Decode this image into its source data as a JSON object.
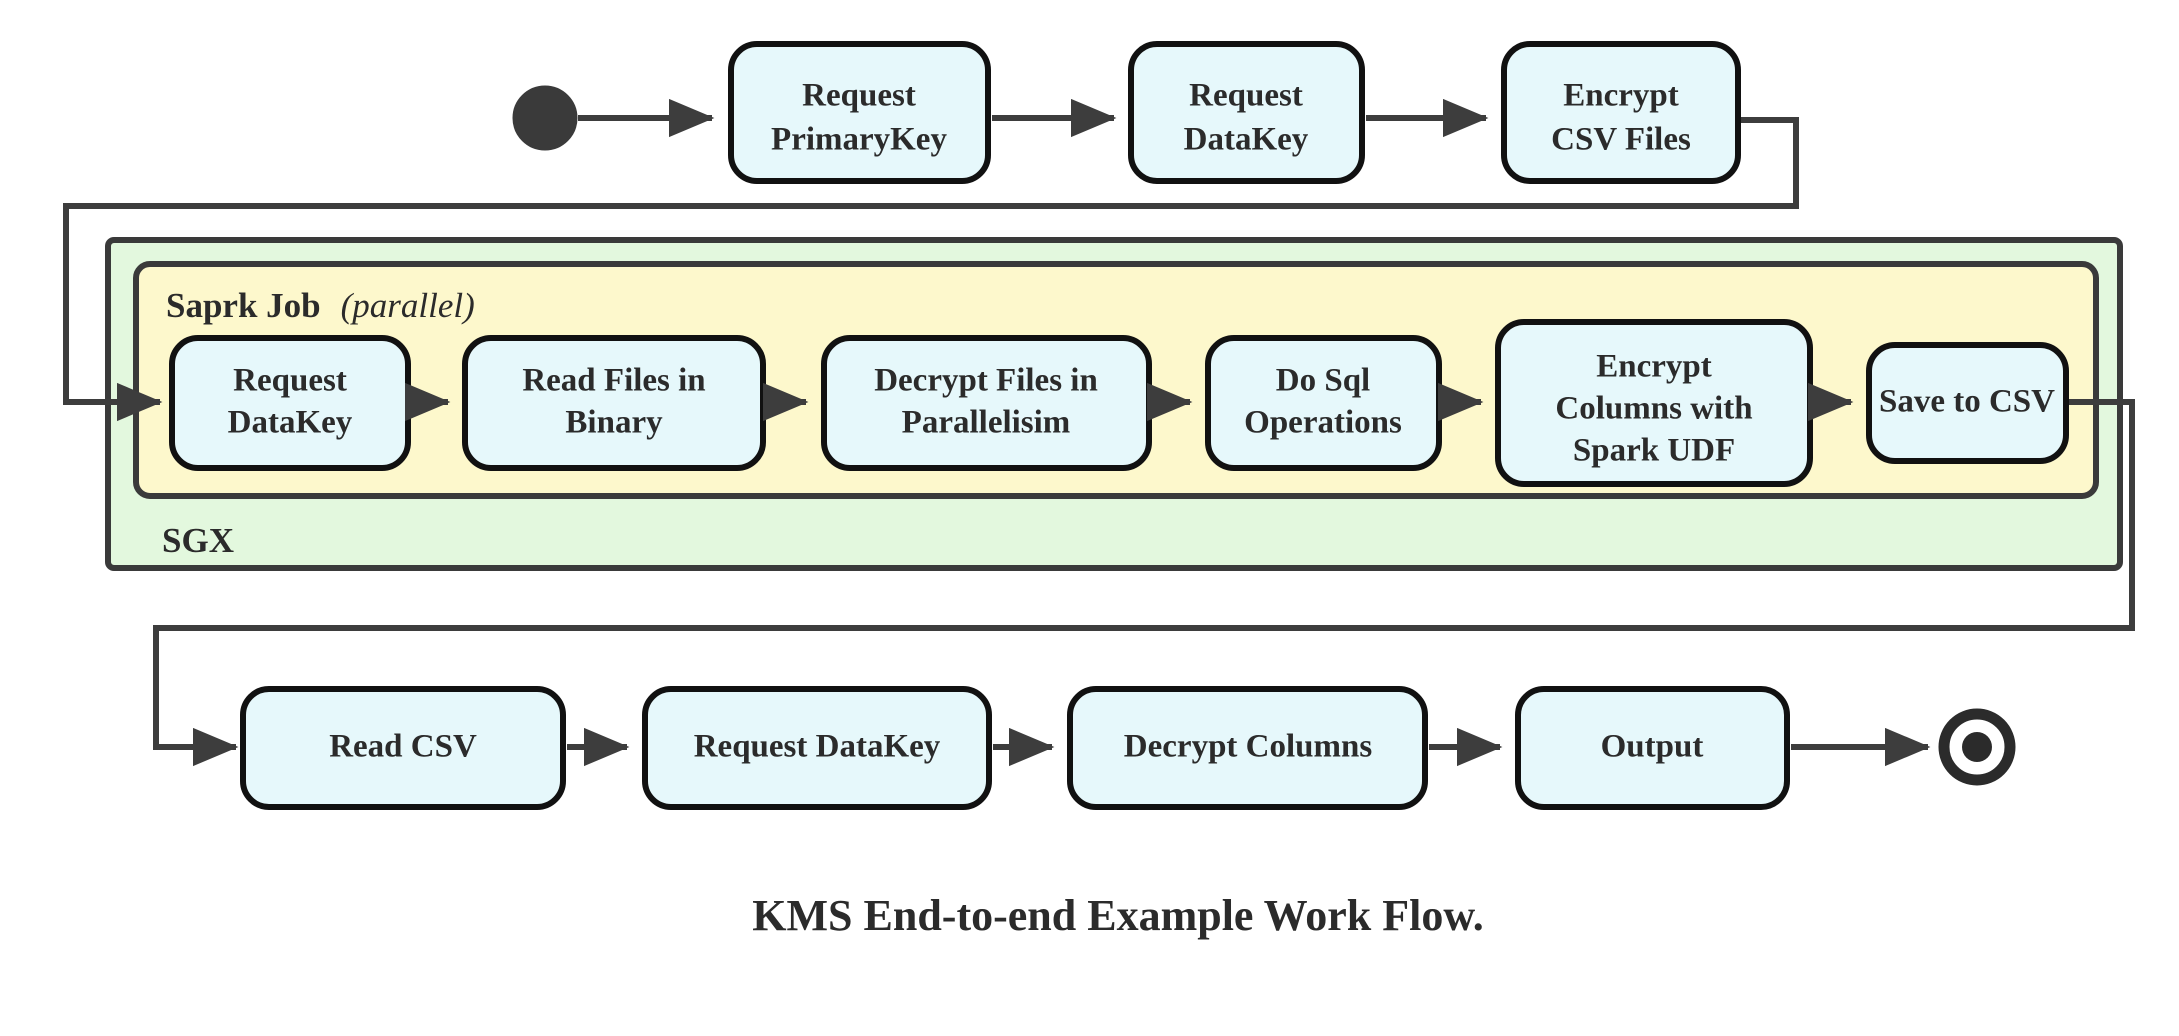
{
  "diagram": {
    "caption": "KMS End-to-end Example Work Flow.",
    "colors": {
      "node_fill": "#e6f8fb",
      "node_stroke": "#111111",
      "sgx_fill": "#e3f8de",
      "spark_fill": "#fdf8cc",
      "container_stroke": "#3a3a3a",
      "edge": "#3d3d3d",
      "text": "#2b2b2b"
    },
    "start_node": {
      "name": "start",
      "shape": "filled-circle"
    },
    "end_node": {
      "name": "end",
      "shape": "ring-with-dot"
    },
    "containers": {
      "sgx": {
        "label": "SGX",
        "fill": "#e3f8de"
      },
      "spark": {
        "label_bold": "Saprk Job",
        "label_italic": "(parallel)",
        "fill": "#fdf8cc"
      }
    },
    "rows": {
      "top": [
        {
          "id": "request-primarykey",
          "lines": [
            "Request",
            "PrimaryKey"
          ]
        },
        {
          "id": "request-datakey-top",
          "lines": [
            "Request",
            "DataKey"
          ]
        },
        {
          "id": "encrypt-csv-files",
          "lines": [
            "Encrypt",
            "CSV Files"
          ]
        }
      ],
      "spark": [
        {
          "id": "request-datakey-spark",
          "lines": [
            "Request",
            "DataKey"
          ]
        },
        {
          "id": "read-files-in-binary",
          "lines": [
            "Read Files in",
            "Binary"
          ]
        },
        {
          "id": "decrypt-files-in-parallelisim",
          "lines": [
            "Decrypt Files in",
            "Parallelisim"
          ]
        },
        {
          "id": "do-sql-operations",
          "lines": [
            "Do Sql",
            "Operations"
          ]
        },
        {
          "id": "encrypt-columns-with-spark-udf",
          "lines": [
            "Encrypt",
            "Columns with",
            "Spark UDF"
          ]
        },
        {
          "id": "save-to-csv",
          "lines": [
            "Save to CSV"
          ]
        }
      ],
      "bottom": [
        {
          "id": "read-csv",
          "lines": [
            "Read CSV"
          ]
        },
        {
          "id": "request-datakey-bottom",
          "lines": [
            "Request DataKey"
          ]
        },
        {
          "id": "decrypt-columns",
          "lines": [
            "Decrypt Columns"
          ]
        },
        {
          "id": "output",
          "lines": [
            "Output"
          ]
        }
      ]
    }
  }
}
